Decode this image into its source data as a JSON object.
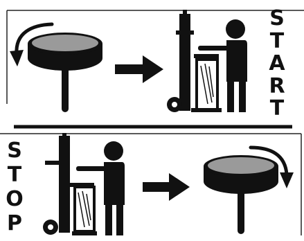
{
  "start_panel": {
    "label_letters": [
      "S",
      "T",
      "A",
      "R",
      "T"
    ],
    "rotation": "counter-clockwise",
    "icons": [
      "rotating-table-icon",
      "arrow-right-icon",
      "person-at-hand-truck-icon"
    ]
  },
  "stop_panel": {
    "label_letters": [
      "S",
      "T",
      "O",
      "P"
    ],
    "rotation": "clockwise",
    "icons": [
      "person-at-hand-truck-icon",
      "arrow-right-icon",
      "rotating-table-icon"
    ]
  },
  "colors": {
    "ink": "#111111",
    "table_top": "#9a9a9a",
    "background": "#ffffff"
  }
}
